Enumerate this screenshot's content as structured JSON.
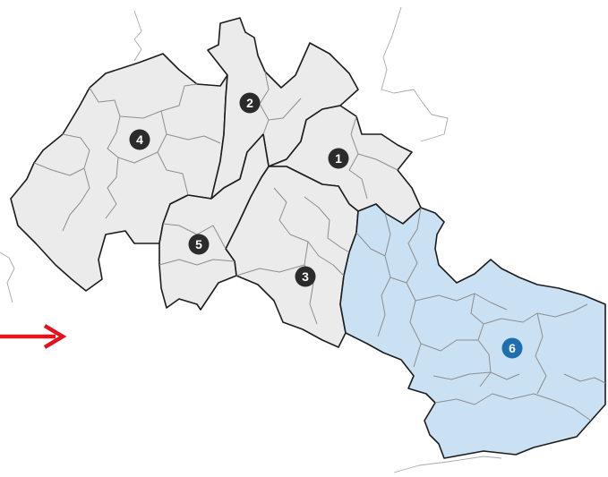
{
  "map": {
    "colors": {
      "region_fill": "#ebebeb",
      "highlight_fill": "#c9e1f3",
      "boundary": "#1c1c1c",
      "inner_boundary": "#8e8e8e",
      "marker": "#2b2b2b",
      "highlight_marker": "#1f6fae",
      "arrow": "#e3121b"
    },
    "arrow": {
      "icon": "arrow-right-icon",
      "color": "#e3121b"
    },
    "markers": [
      {
        "label": "1",
        "highlighted": false
      },
      {
        "label": "2",
        "highlighted": false
      },
      {
        "label": "3",
        "highlighted": false
      },
      {
        "label": "4",
        "highlighted": false
      },
      {
        "label": "5",
        "highlighted": false
      },
      {
        "label": "6",
        "highlighted": true
      }
    ]
  }
}
